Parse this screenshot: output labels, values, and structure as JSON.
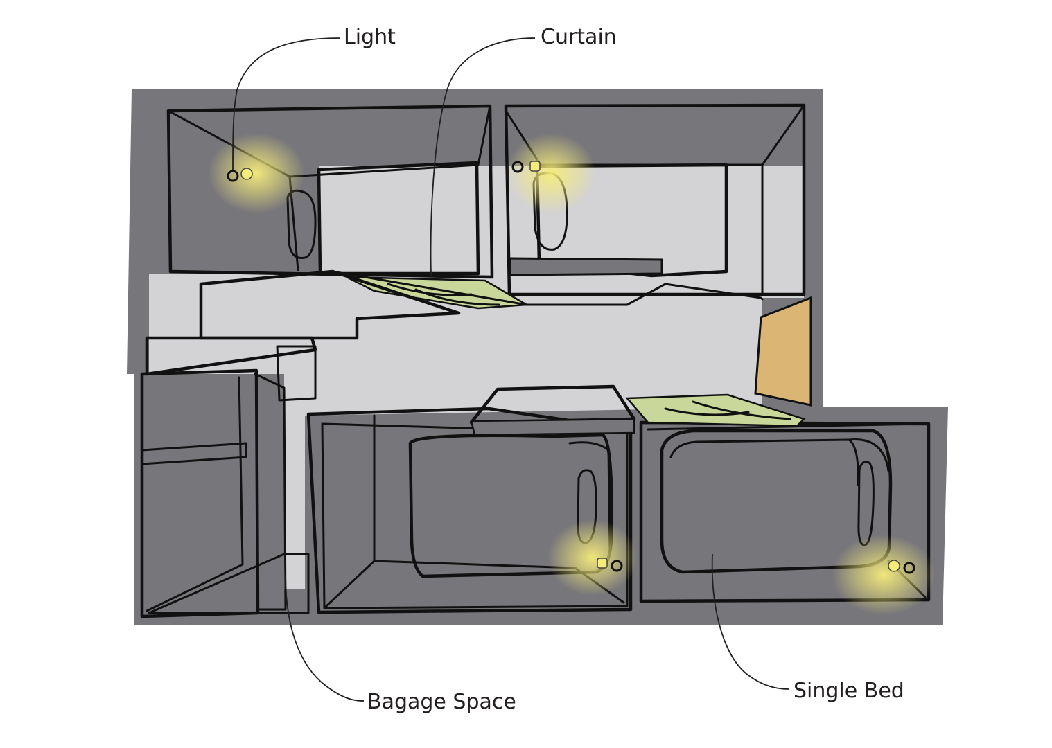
{
  "labels": {
    "light": "Light",
    "curtain": "Curtain",
    "bagage_space": "Bagage Space",
    "single_bed": "Single Bed"
  },
  "colors": {
    "frame": "#77767a",
    "wall": "#d3d2d4",
    "curtain": "#c9d89a",
    "wood": "#dbb574",
    "glow": "#f6ec7a",
    "ink": "#111111"
  }
}
